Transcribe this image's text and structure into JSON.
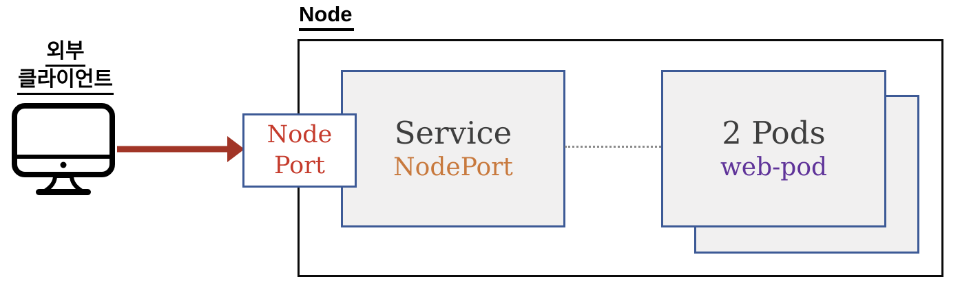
{
  "external_client": {
    "label_line1": "외부",
    "label_line2": "클라이언트",
    "icon": "desktop-computer-icon"
  },
  "node": {
    "label": "Node"
  },
  "node_port": {
    "line1": "Node",
    "line2": "Port"
  },
  "service": {
    "title": "Service",
    "subtitle": "NodePort"
  },
  "pods": {
    "title": "2 Pods",
    "subtitle": "web-pod",
    "stacked_count": 2
  },
  "connector": {
    "style": "dotted",
    "from": "Service",
    "to": "2 Pods"
  },
  "colors": {
    "arrow_red": "#a13527",
    "node_port_text": "#c53b2c",
    "service_subtitle_orange": "#c8793d",
    "pods_subtitle_purple": "#5f3399",
    "box_border_blue": "#3d5a96",
    "box_fill_gray": "#f1f0f0",
    "node_border_black": "#0a0a0a",
    "connector_gray": "#8a8a8a",
    "title_gray": "#3e3e3e"
  }
}
